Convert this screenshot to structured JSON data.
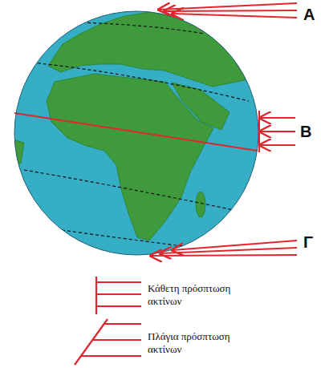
{
  "diagram": {
    "labels": [
      "Α",
      "Β",
      "Γ"
    ],
    "legend": [
      {
        "text": "Κάθετη πρόσπτωση ακτίνων"
      },
      {
        "text": "Πλάγια πρόσπτωση ακτίνων"
      }
    ]
  }
}
